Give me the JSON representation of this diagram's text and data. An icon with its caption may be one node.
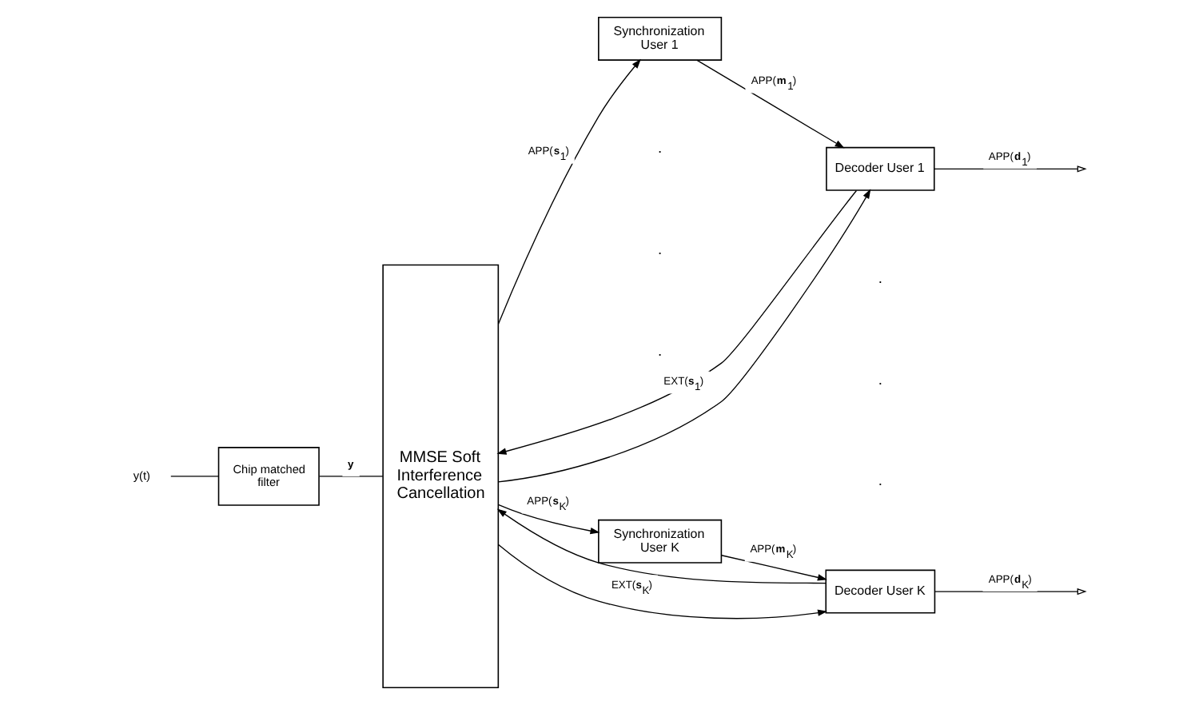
{
  "diagram": {
    "nodes": [
      {
        "text": [
          "y(t)"
        ]
      },
      {
        "text": [
          "Chip matched filter"
        ]
      },
      {
        "text": [
          "MMSE Soft Interference Cancellation"
        ]
      },
      {
        "text": [
          "Synchronization User 1"
        ]
      },
      {
        "text": [
          "Decoder User 1"
        ]
      },
      {
        "text": [
          "Synchronization User K"
        ]
      },
      {
        "text": [
          "Decoder User K"
        ]
      }
    ],
    "edges": [
      {
        "from": 0,
        "to": 1,
        "arrow": "none"
      },
      {
        "from": 1,
        "to": 2,
        "arrow": "none",
        "label": "**y**"
      },
      {
        "from": 2,
        "to": 3,
        "arrow": "to",
        "label": "APP(**s**$_{1}$)"
      },
      {
        "from": 2,
        "to": 4,
        "arrow": "to"
      },
      {
        "from": 3,
        "to": 4,
        "arrow": "to",
        "label": "APP(**m**$_{1}$)"
      },
      {
        "from": 4,
        "to": null,
        "arrow": "to",
        "label": "APP(**d**$_{1}$)"
      },
      {
        "from": 4,
        "to": 2,
        "arrow": "to",
        "label": "EXT(**s**$_{1}$)"
      },
      {
        "from": 2,
        "to": 5,
        "arrow": "to",
        "label": "APP(**s**$_{K}$)"
      },
      {
        "from": 2,
        "to": 6,
        "arrow": "to"
      },
      {
        "from": 5,
        "to": 6,
        "arrow": "to",
        "label": "APP(**m**$_{K}$)"
      },
      {
        "from": 6,
        "to": null,
        "arrow": "to",
        "label": "APP(**d**$_{K}$)"
      },
      {
        "from": 6,
        "to": 2,
        "arrow": "to",
        "label": "EXT(**s**$_{K}$)"
      }
    ],
    "labels": [
      ".",
      ".",
      ".",
      ".",
      ".",
      "."
    ]
  }
}
